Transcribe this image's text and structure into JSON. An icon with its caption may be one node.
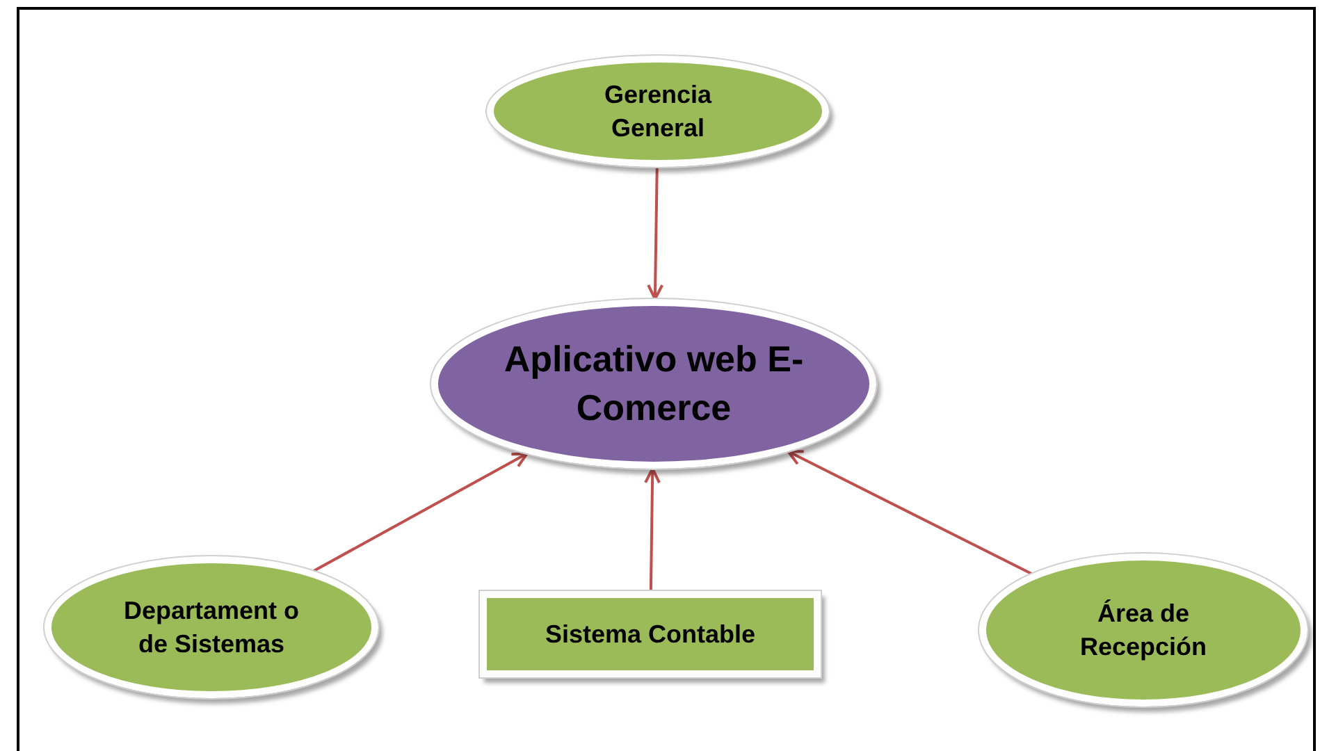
{
  "diagram": {
    "nodes": [
      {
        "text": [
          "Gerencia General"
        ]
      },
      {
        "text": [
          "Aplicativo web E-Comerce"
        ]
      },
      {
        "text": [
          "Departament o de Sistemas"
        ]
      },
      {
        "text": [
          "Sistema Contable"
        ]
      },
      {
        "text": [
          "Área de Recepción"
        ]
      }
    ],
    "edges": [
      {
        "from": 0,
        "to": 1,
        "arrow": "to"
      },
      {
        "from": 2,
        "to": 1,
        "arrow": "to"
      },
      {
        "from": 3,
        "to": 1,
        "arrow": "to"
      },
      {
        "from": 4,
        "to": 1,
        "arrow": "to"
      }
    ]
  }
}
